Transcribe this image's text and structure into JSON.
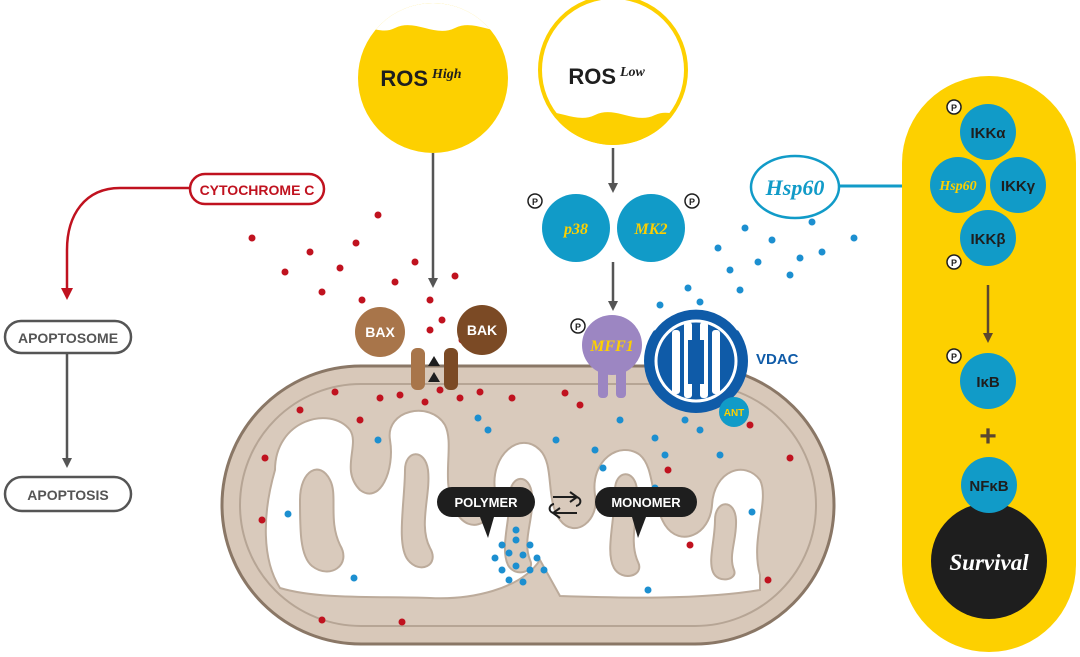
{
  "colors": {
    "yellow": "#FDD000",
    "blue": "#119BC8",
    "dark_blue": "#0F5BA8",
    "red": "#C0121F",
    "gray": "#555555",
    "bax": "#A8754A",
    "bak": "#7B4A25",
    "purple": "#9C86C2",
    "membrane": "#D8C8B9",
    "black": "#1E1E1E"
  },
  "ros_high": {
    "label": "ROS",
    "sup": "High"
  },
  "ros_low": {
    "label": "ROS",
    "sup": "Low"
  },
  "cytochrome": "CYTOCHROME C",
  "apoptosome": "APOPTOSOME",
  "apoptosis": "APOPTOSIS",
  "bax": "BAX",
  "bak": "BAK",
  "p38": "p38",
  "mk2": "MK2",
  "mff1": "MFF1",
  "vdac": "VDAC",
  "ant": "ANT",
  "phospho": "P",
  "polymer": "POLYMER",
  "monomer": "MONOMER",
  "hsp60": "Hsp60",
  "ikk_alpha": "IKKα",
  "ikk_gamma": "IKKγ",
  "ikk_beta": "IKKβ",
  "hsp60_complex": "Hsp60",
  "ikb": "IκB",
  "plus": "+",
  "nfkb": "NFκB",
  "survival": "Survival"
}
